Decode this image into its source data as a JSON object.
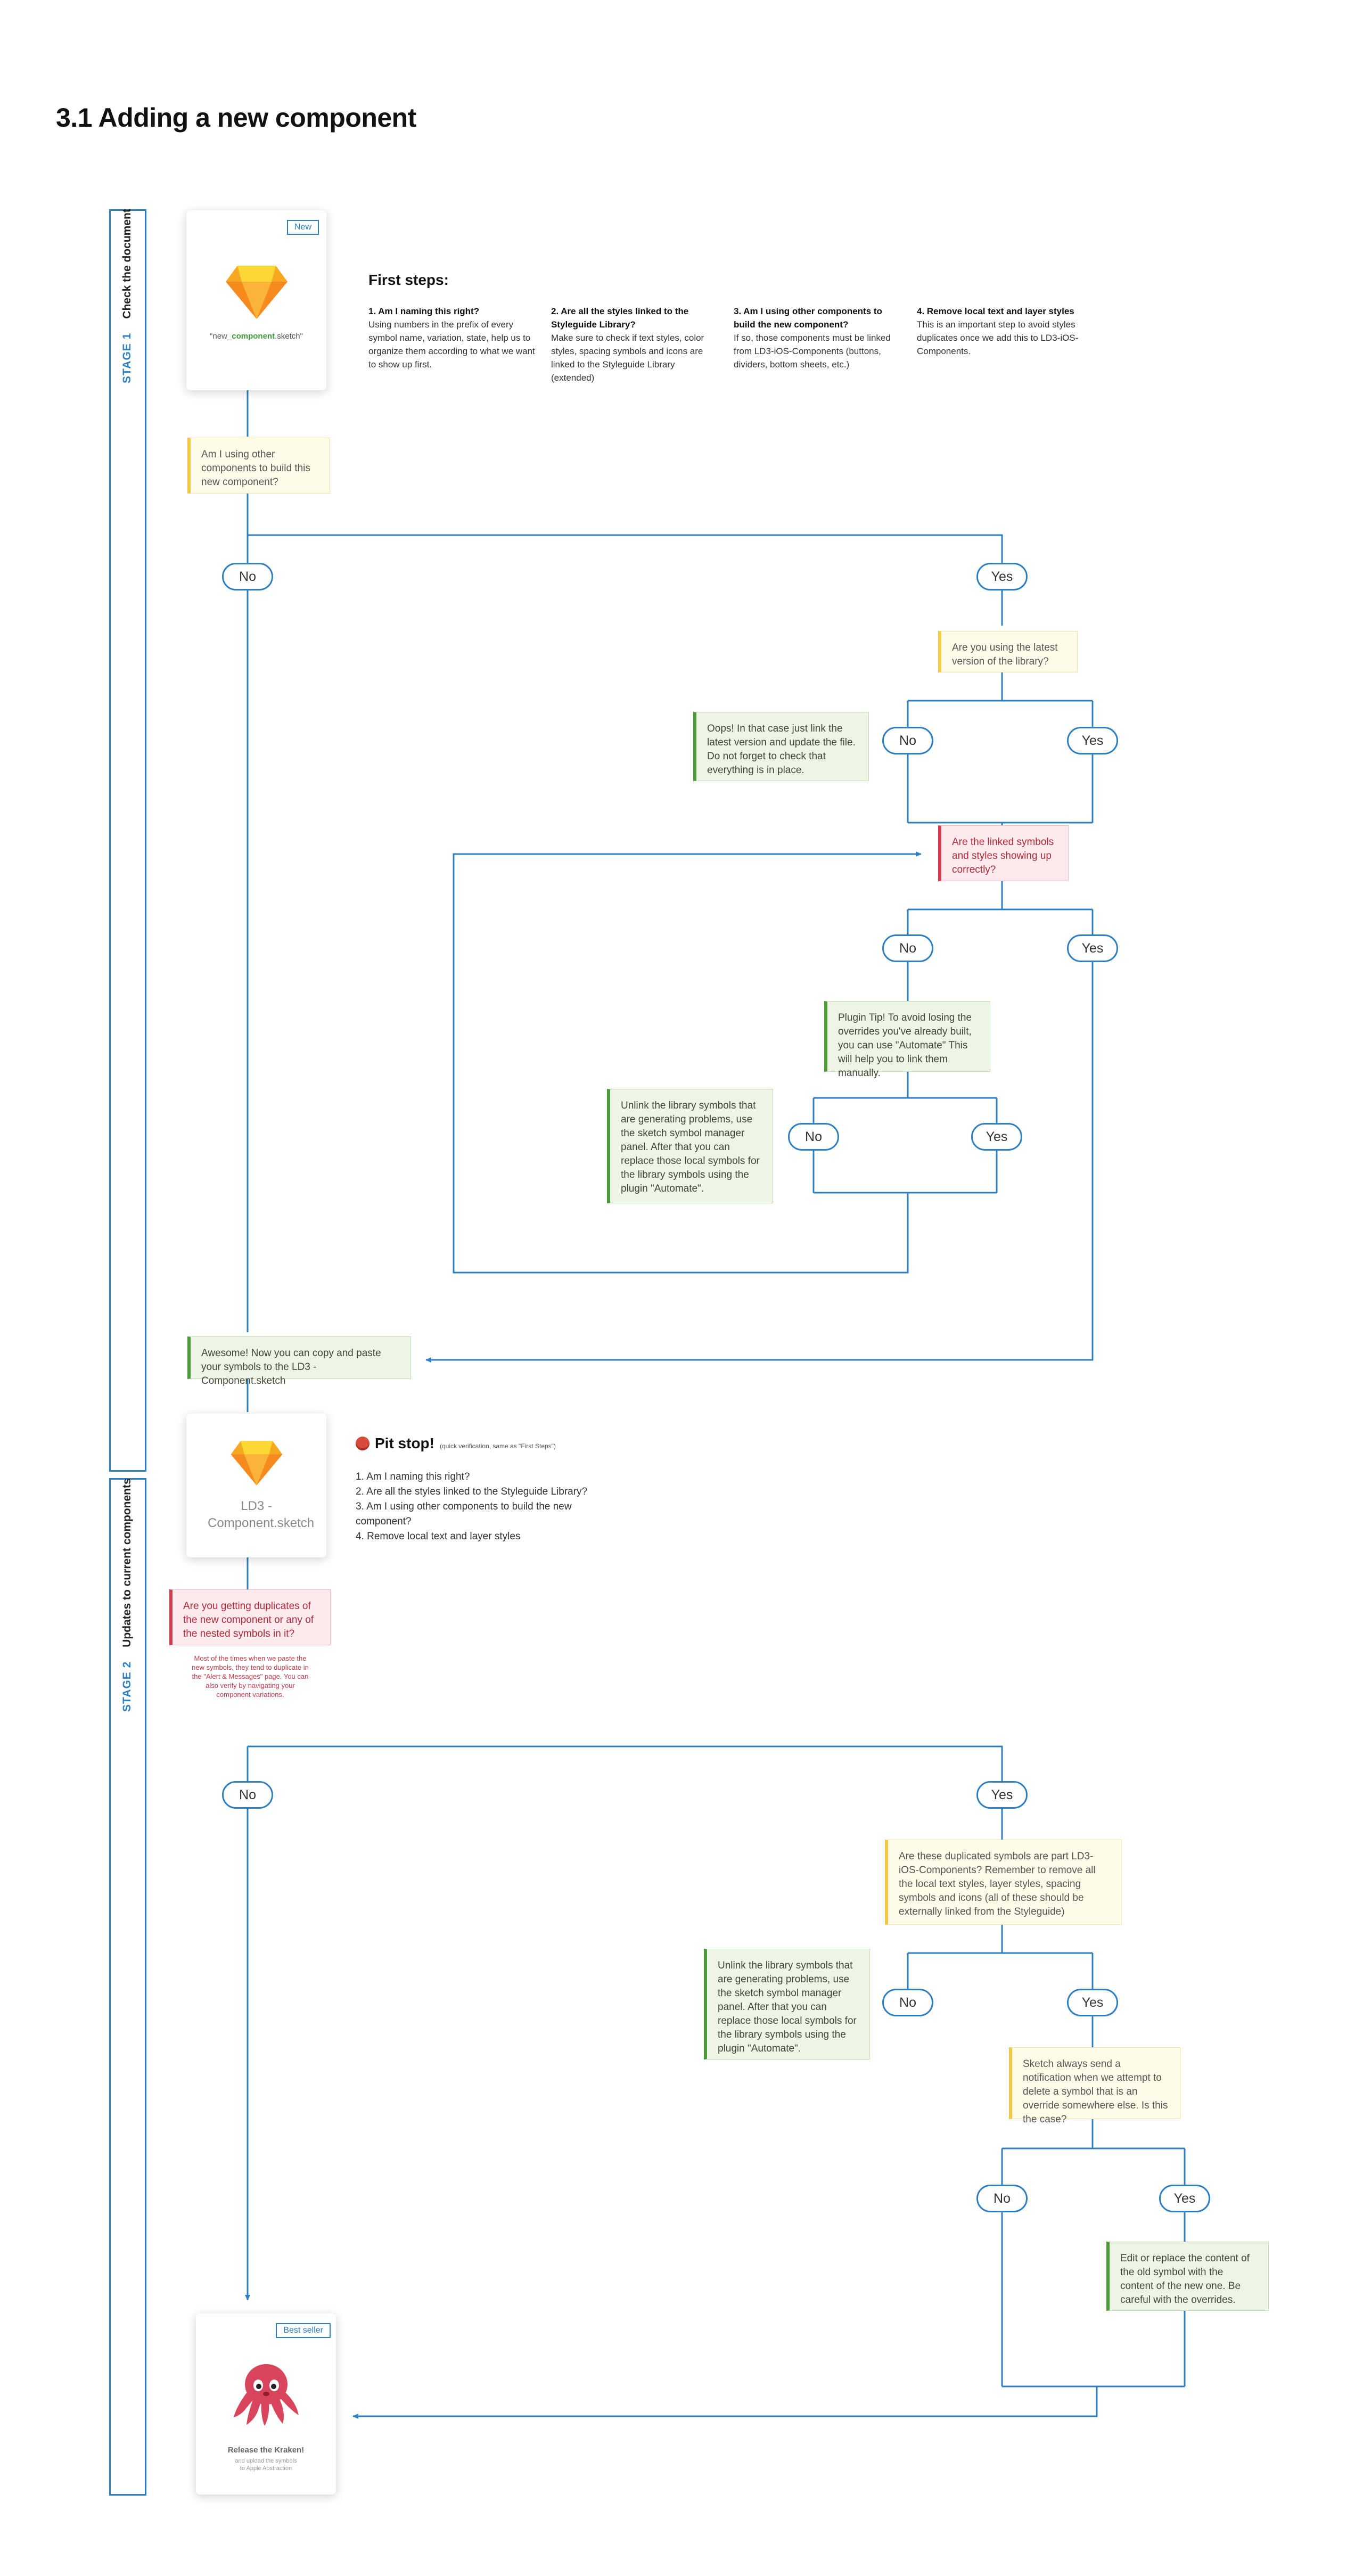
{
  "page_title": "3.1 Adding a new component",
  "stages": [
    {
      "number": "STAGE 1",
      "name": "Check the document"
    },
    {
      "number": "STAGE 2",
      "name": "Updates to current components"
    }
  ],
  "cards": {
    "new_file": {
      "tag": "New",
      "filename_prefix": "\"new_",
      "filename_bold": "component",
      "filename_suffix": ".sketch\"",
      "icon": "sketch-diamond-icon"
    },
    "ld3_file": {
      "filename": "LD3 - Component.sketch",
      "icon": "sketch-diamond-icon"
    },
    "kraken": {
      "tag": "Best seller",
      "caption": "Release the Kraken!",
      "subcaption": "and upload the symbols to Apple Abstraction",
      "icon": "octopus-icon"
    }
  },
  "first_steps": {
    "title": "First steps:",
    "steps": [
      {
        "title": "1. Am I naming this right?",
        "body": "Using numbers in the prefix of every symbol name, variation, state, help us to organize them according to what we want to show up first."
      },
      {
        "title": "2. Are all the styles linked to the Styleguide Library?",
        "body": "Make sure to check if text styles, color styles, spacing symbols and icons are linked to the Styleguide Library (extended)"
      },
      {
        "title": "3. Am I using other components to build the new component?",
        "body": "If so, those components must be linked from LD3-iOS-Components (buttons, dividers, bottom sheets, etc.)"
      },
      {
        "title": "4. Remove local text and layer styles",
        "body": "This is an important step to avoid styles duplicates once we add this to LD3-iOS-Components."
      }
    ]
  },
  "pit_stop": {
    "title": "Pit stop!",
    "note": "(quick verification, same as \"First Steps\")",
    "items": [
      "1. Am I naming this right?",
      "2. Are all the styles linked to the Styleguide Library?",
      "3. Am I using other components to build the new component?",
      "4. Remove local text and layer styles"
    ]
  },
  "notes": {
    "q_other_components": "Am I using other components to build this new component?",
    "q_latest_version": "Are you using the latest version of the library?",
    "oops": "Oops! In that case just link the latest version and update the file. Do not forget to check that everything is in place.",
    "q_linked_symbols": "Are the linked symbols and styles showing up correctly?",
    "plugin_tip": "Plugin Tip! To avoid losing the overrides you've already built, you can use \"Automate\" This will help you to link them manually.",
    "unlink_1": "Unlink the library symbols that are generating problems, use the sketch symbol manager panel. After that you can replace those local symbols for the library symbols using the plugin \"Automate\".",
    "awesome": "Awesome! Now you can copy and paste your symbols to the LD3 - Component.sketch",
    "q_duplicates": "Are you getting duplicates of the new component or any of the nested symbols in it?",
    "duplicates_hint": "Most of the times when we paste the new symbols, they tend to duplicate in the \"Alert & Messages\" page. You can also verify by navigating your component variations.",
    "q_duplicated_part": "Are these duplicated symbols are part LD3-iOS-Components? Remember to remove all the local text styles, layer styles, spacing symbols and icons (all of these should be externally linked from the Styleguide)",
    "unlink_2": "Unlink the library symbols that are generating problems, use the sketch symbol manager panel. After that you can replace those local symbols for the library symbols using the plugin \"Automate\".",
    "q_notification": "Sketch always send a notification when we attempt to delete a symbol that is an override somewhere else. Is this the case?",
    "edit_replace": "Edit or replace the content of the old symbol with the content of the new one. Be careful with the overrides."
  },
  "answers": {
    "no": "No",
    "yes": "Yes"
  },
  "colors": {
    "line": "#2d7fc1",
    "yellow": "#f2c744",
    "green": "#4b9a38",
    "red": "#d13c4e"
  }
}
